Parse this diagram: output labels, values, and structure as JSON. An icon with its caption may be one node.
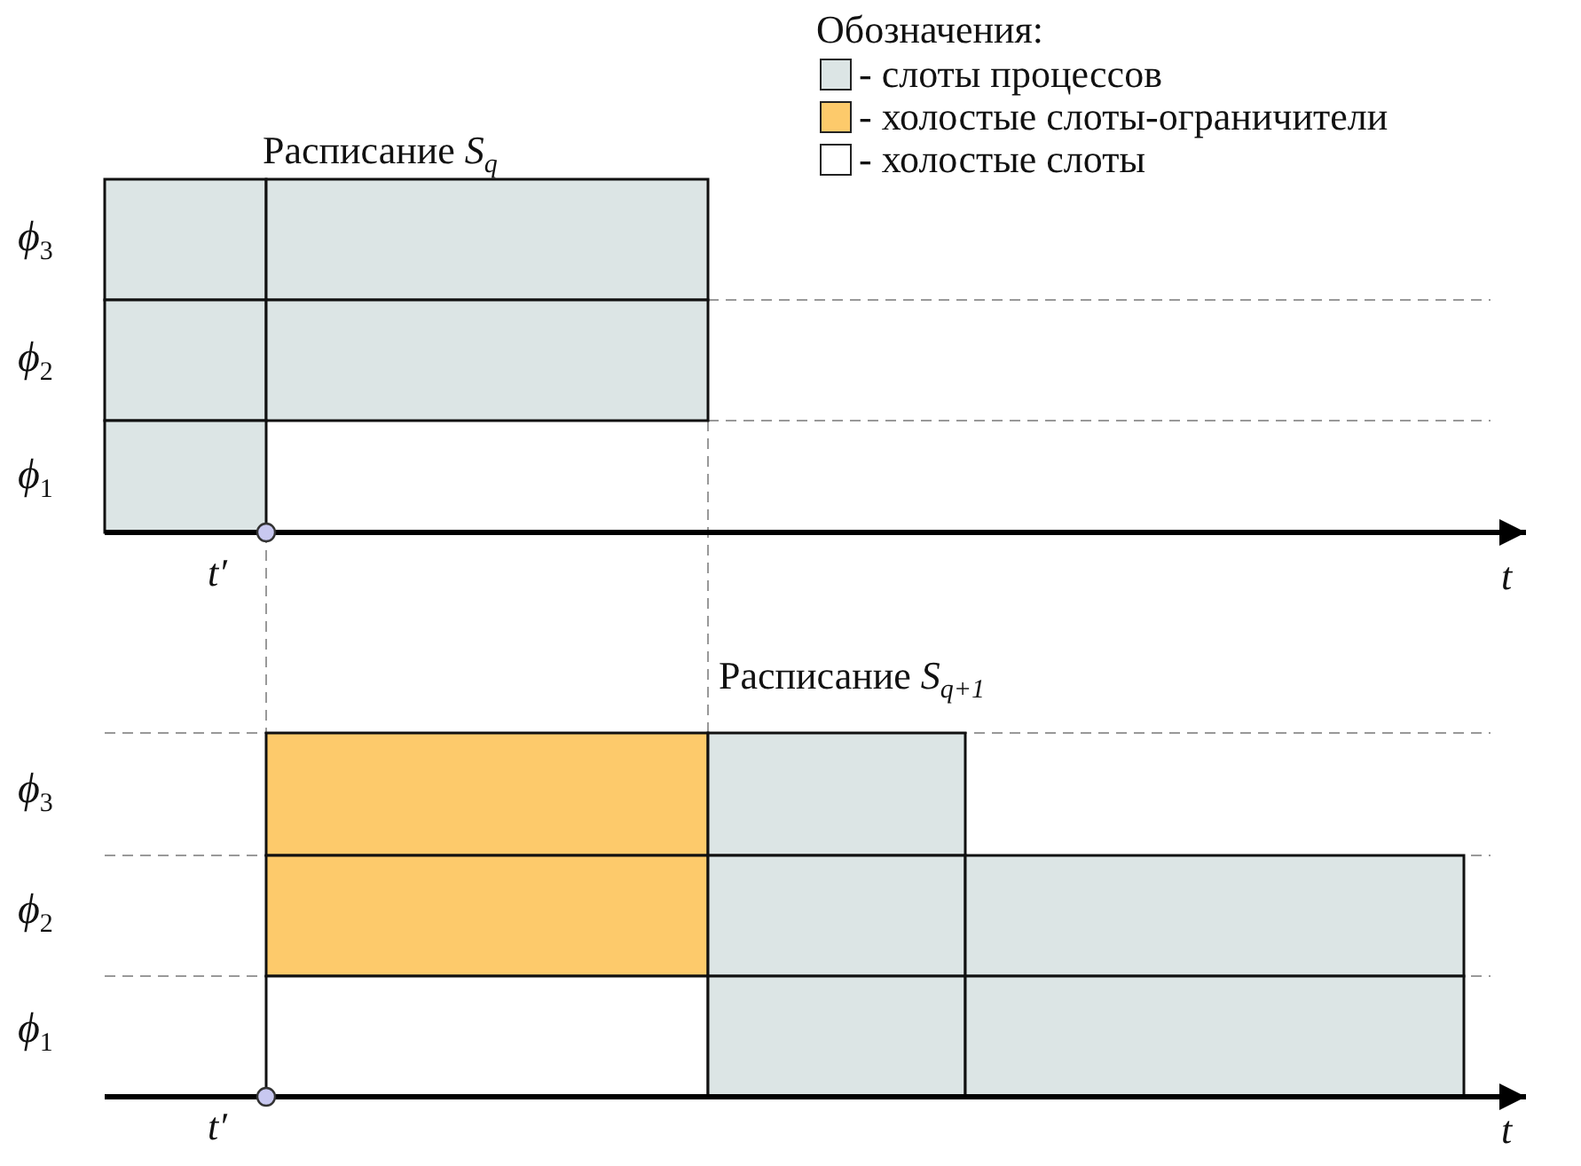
{
  "diagram": {
    "labels": [
      "Обозначения:",
      "Расписание *S*$_{q}$",
      "*ϕ*$_{3}$",
      "*ϕ*$_{2}$",
      "*ϕ*$_{1}$",
      "t′",
      "t",
      "Расписание *S*$_{q+1}$",
      "*ϕ*$_{3}$",
      "*ϕ*$_{2}$",
      "*ϕ*$_{1}$",
      "t′",
      "t"
    ],
    "legend": [
      {
        "text": "- слоты процессов",
        "color": "#dce5e5"
      },
      {
        "text": "- холостые слоты-ограничители",
        "color": "#fdca6b"
      },
      {
        "text": "- холостые слоты",
        "color": "#ffffff"
      }
    ]
  }
}
